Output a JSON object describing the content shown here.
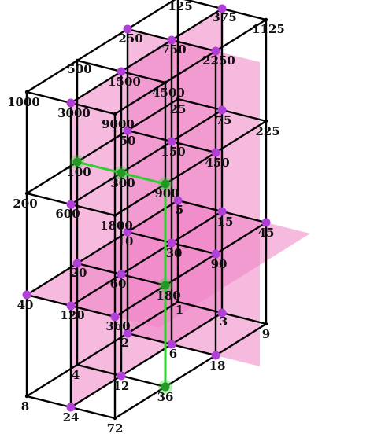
{
  "colors": {
    "edge": "#000000",
    "plane_fill": "#ee82c4",
    "plane_opacity": 0.55,
    "vertex": "#b040d8",
    "path": "#33cc33",
    "path_vertex": "#229922"
  },
  "diagram": {
    "vertex_labels": [
      "1",
      "2",
      "3",
      "4",
      "5",
      "6",
      "8",
      "9",
      "10",
      "12",
      "15",
      "18",
      "20",
      "24",
      "25",
      "30",
      "36",
      "40",
      "45",
      "50",
      "60",
      "72",
      "75",
      "90",
      "100",
      "120",
      "125",
      "150",
      "180",
      "200",
      "225",
      "250",
      "300",
      "360",
      "375",
      "450",
      "500",
      "600",
      "750",
      "900",
      "1000",
      "1125",
      "1500",
      "1800",
      "2250",
      "3000",
      "4500",
      "9000"
    ],
    "highlighted_path": [
      "100",
      "300",
      "900",
      "180",
      "36"
    ],
    "highlighted_planes": [
      "divisible-by-5 (a=1 between top and bottom)",
      "divisible-by-3 (b=1)",
      "divisible-by-2 (c=1)"
    ]
  }
}
